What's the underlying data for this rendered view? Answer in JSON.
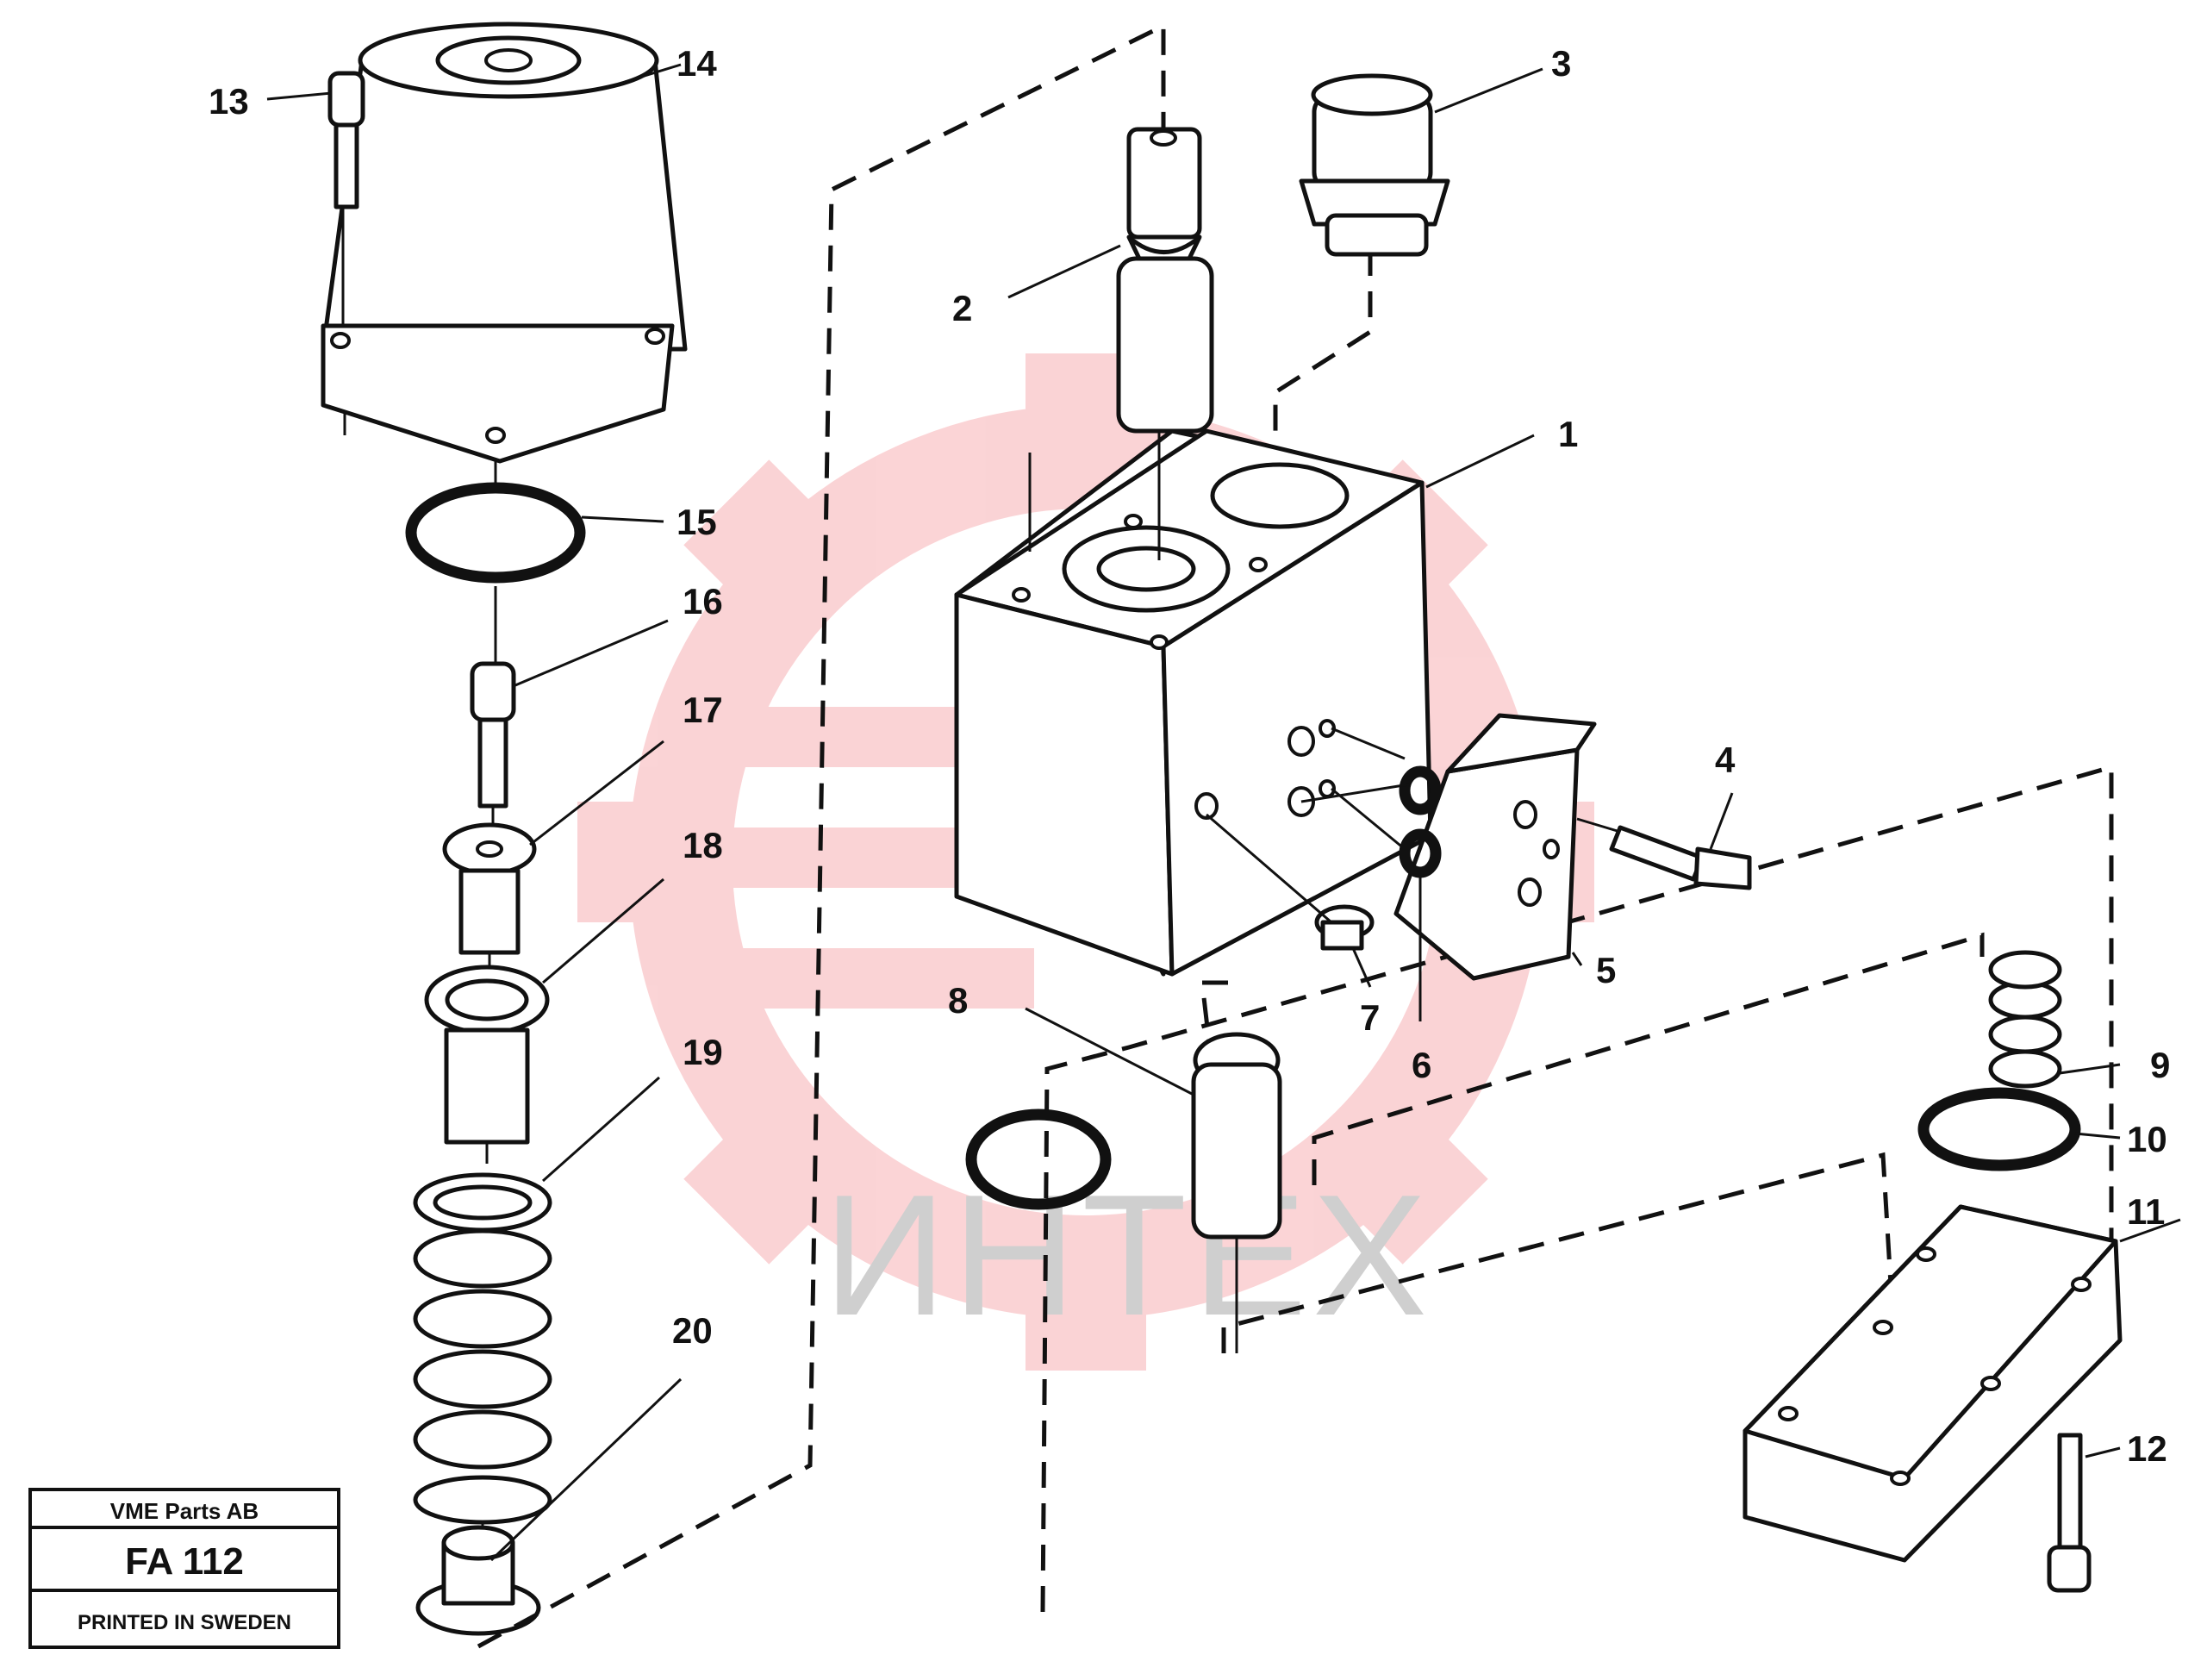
{
  "title_block": {
    "company": "VME Parts AB",
    "drawing_code": "FA 112",
    "printed": "PRINTED IN SWEDEN"
  },
  "watermark": {
    "text": "ИНТЕХ",
    "color": "#e8121d"
  },
  "callouts": [
    "1",
    "2",
    "3",
    "4",
    "5",
    "6",
    "7",
    "8",
    "9",
    "10",
    "11",
    "12",
    "13",
    "14",
    "15",
    "16",
    "17",
    "18",
    "19",
    "20"
  ]
}
